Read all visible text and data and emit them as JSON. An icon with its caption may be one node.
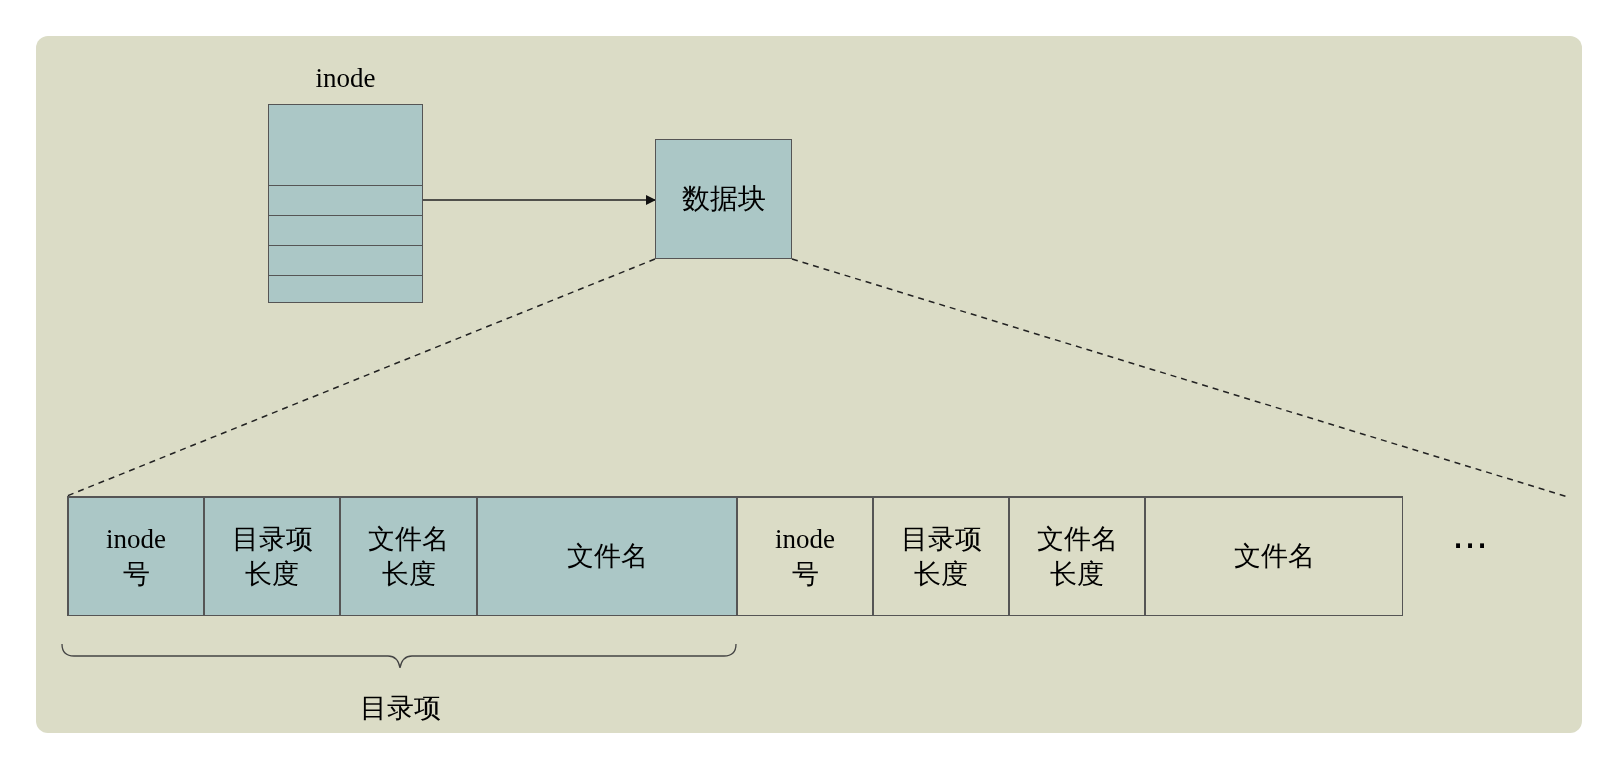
{
  "diagram": {
    "nodes": [
      {
        "text": [
          "inode"
        ]
      },
      {
        "text": [
          "数据块"
        ]
      },
      {
        "text": [],
        "shape": "bar"
      },
      {
        "text": [
          "inode号"
        ],
        "in": 2
      },
      {
        "text": [
          "目录项长度"
        ],
        "in": 2
      },
      {
        "text": [
          "文件名长度"
        ],
        "in": 2
      },
      {
        "text": [
          "文件名"
        ],
        "in": 2
      },
      {
        "text": [
          "inode号"
        ],
        "in": 2
      },
      {
        "text": [
          "目录项长度"
        ],
        "in": 2
      },
      {
        "text": [
          "文件名长度"
        ],
        "in": 2
      },
      {
        "text": [
          "文件名"
        ],
        "in": 2
      }
    ],
    "edges": [
      {
        "from": 0,
        "to": 1,
        "arrow": "to"
      },
      {
        "from": 1,
        "to": 2,
        "arrow": "none",
        "style": "dashed"
      },
      {
        "from": 1,
        "to": null,
        "arrow": "none",
        "style": "dashed"
      }
    ],
    "labels": [
      "···",
      "目录项"
    ]
  }
}
